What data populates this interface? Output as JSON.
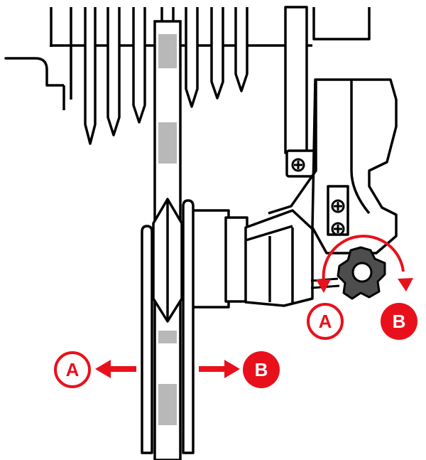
{
  "labels": {
    "a_upper": "A",
    "b_upper": "B",
    "a_lower": "A",
    "b_lower": "B"
  },
  "colors": {
    "accent_red": "#e8111b",
    "stroke_black": "#000000",
    "fill_white": "#ffffff",
    "chain_gray": "#b8b8b8",
    "knob_gray": "#4d4d4d"
  },
  "icons": {
    "adjust_direction": "curved-double-arrow-icon",
    "move_left": "arrow-left-icon",
    "move_right": "arrow-right-icon",
    "knob": "barrel-adjuster-knob-icon"
  }
}
